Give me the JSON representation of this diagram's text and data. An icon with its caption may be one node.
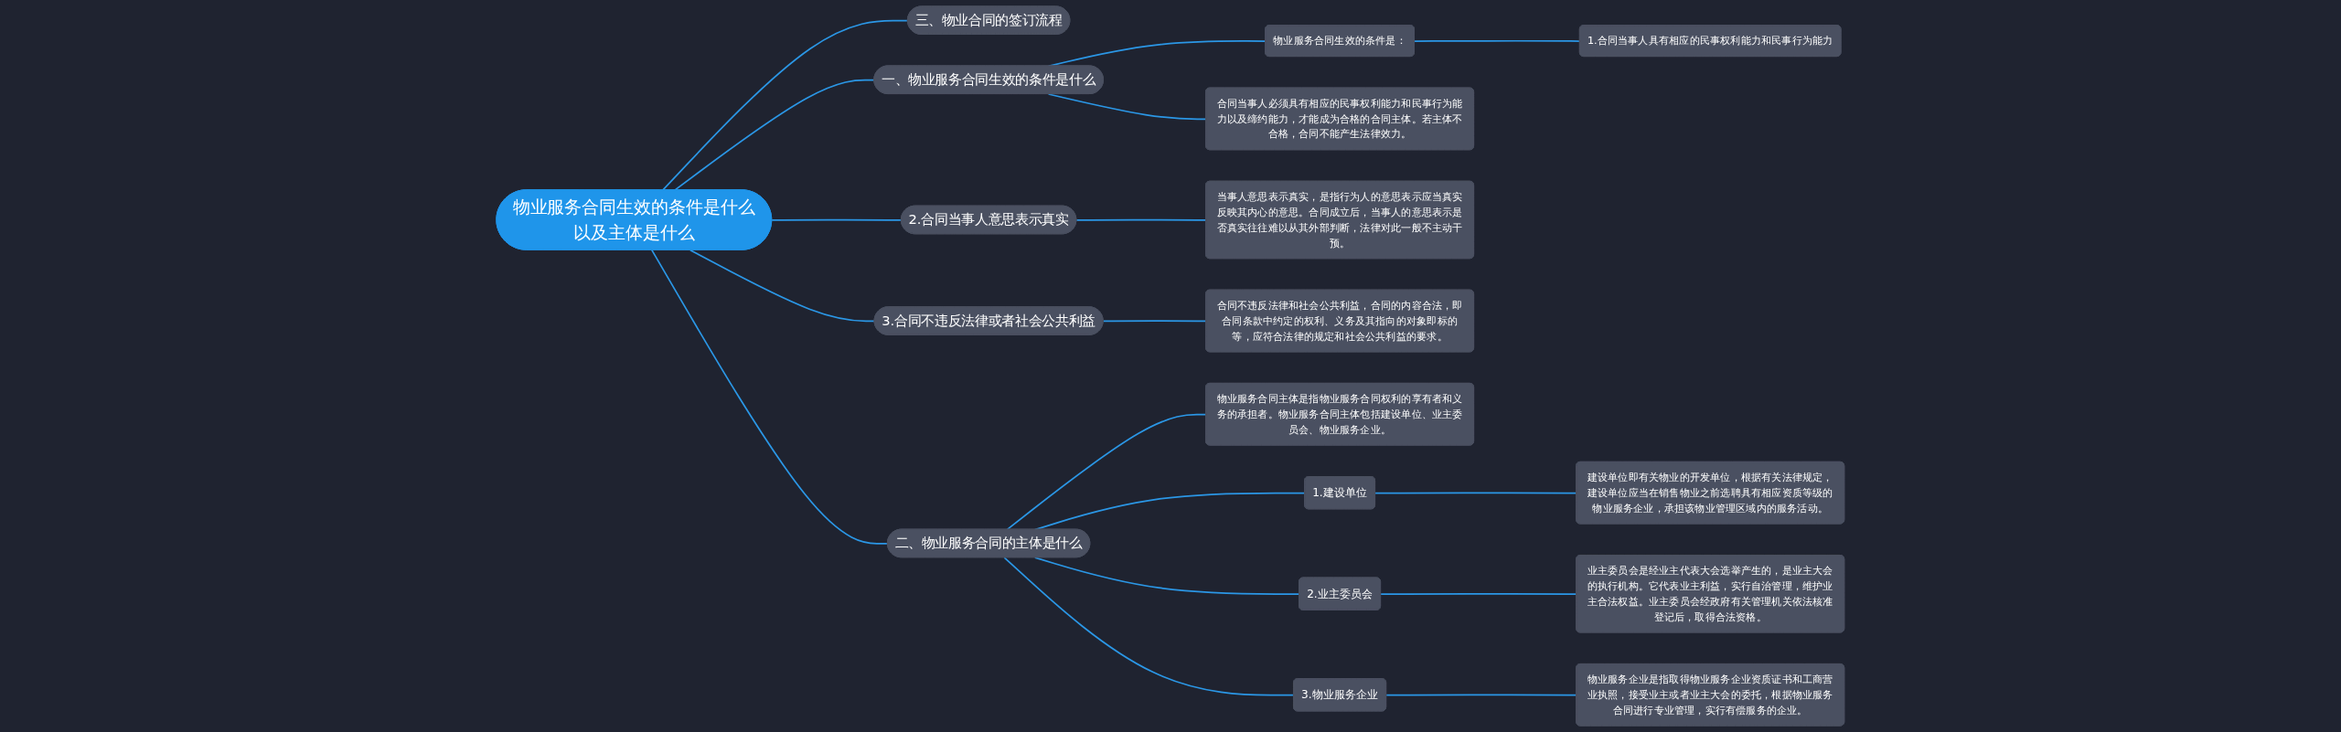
{
  "diagram": {
    "nodes": [
      {
        "text": [
          "物业服务合同生效的条件是什么以及主体是什么"
        ]
      },
      {
        "text": [
          "一、物业服务合同生效的条件是什么"
        ]
      },
      {
        "text": [
          "物业服务合同生效的条件是："
        ]
      },
      {
        "text": [
          "1.合同当事人具有相应的民事权利能力和民事行为能力"
        ]
      },
      {
        "text": [
          "合同当事人必须具有相应的民事权利能力和民事行为能力以及缔约能力，才能成为合格的合同主体。若主体不合格，合同不能产生法律效力。"
        ]
      },
      {
        "text": [
          "2.合同当事人意思表示真实"
        ]
      },
      {
        "text": [
          "当事人意思表示真实，是指行为人的意思表示应当真实反映其内心的意思。合同成立后，当事人的意思表示是否真实往往难以从其外部判断，法律对此一般不主动干预。"
        ]
      },
      {
        "text": [
          "3.合同不违反法律或者社会公共利益"
        ]
      },
      {
        "text": [
          "合同不违反法律和社会公共利益，合同的内容合法，即合同条款中约定的权利、义务及其指向的对象即标的等，应符合法律的规定和社会公共利益的要求。"
        ]
      },
      {
        "text": [
          "二、物业服务合同的主体是什么"
        ]
      },
      {
        "text": [
          "物业服务合同主体是指物业服务合同权利的享有者和义务的承担者。物业服务合同主体包括建设单位、业主委员会、物业服务企业。"
        ]
      },
      {
        "text": [
          "1.建设单位"
        ]
      },
      {
        "text": [
          "建设单位即有关物业的开发单位，根据有关法律规定，建设单位应当在销售物业之前选聘具有相应资质等级的物业服务企业，承担该物业管理区域内的服务活动。"
        ]
      },
      {
        "text": [
          "2.业主委员会"
        ]
      },
      {
        "text": [
          "业主委员会是经业主代表大会选举产生的，是业主大会的执行机构。它代表业主利益，实行自治管理，维护业主合法权益。业主委员会经政府有关管理机关依法核准登记后，取得合法资格。"
        ]
      },
      {
        "text": [
          "3.物业服务企业"
        ]
      },
      {
        "text": [
          "物业服务企业是指取得物业服务企业资质证书和工商营业执照，接受业主或者业主大会的委托，根据物业服务合同进行专业管理，实行有偿服务的企业。"
        ]
      },
      {
        "text": [
          "三、物业合同的签订流程"
        ]
      }
    ],
    "edges": [
      {
        "from": 0,
        "to": 1,
        "arrow": "none"
      },
      {
        "from": 1,
        "to": 2,
        "arrow": "none"
      },
      {
        "from": 2,
        "to": 3,
        "arrow": "none"
      },
      {
        "from": 1,
        "to": 4,
        "arrow": "none"
      },
      {
        "from": 0,
        "to": 5,
        "arrow": "none"
      },
      {
        "from": 5,
        "to": 6,
        "arrow": "none"
      },
      {
        "from": 0,
        "to": 7,
        "arrow": "none"
      },
      {
        "from": 7,
        "to": 8,
        "arrow": "none"
      },
      {
        "from": 0,
        "to": 9,
        "arrow": "none"
      },
      {
        "from": 9,
        "to": 10,
        "arrow": "none"
      },
      {
        "from": 9,
        "to": 11,
        "arrow": "none"
      },
      {
        "from": 11,
        "to": 12,
        "arrow": "none"
      },
      {
        "from": 9,
        "to": 13,
        "arrow": "none"
      },
      {
        "from": 13,
        "to": 14,
        "arrow": "none"
      },
      {
        "from": 9,
        "to": 15,
        "arrow": "none"
      },
      {
        "from": 15,
        "to": 16,
        "arrow": "none"
      },
      {
        "from": 0,
        "to": 17,
        "arrow": "none"
      }
    ]
  }
}
